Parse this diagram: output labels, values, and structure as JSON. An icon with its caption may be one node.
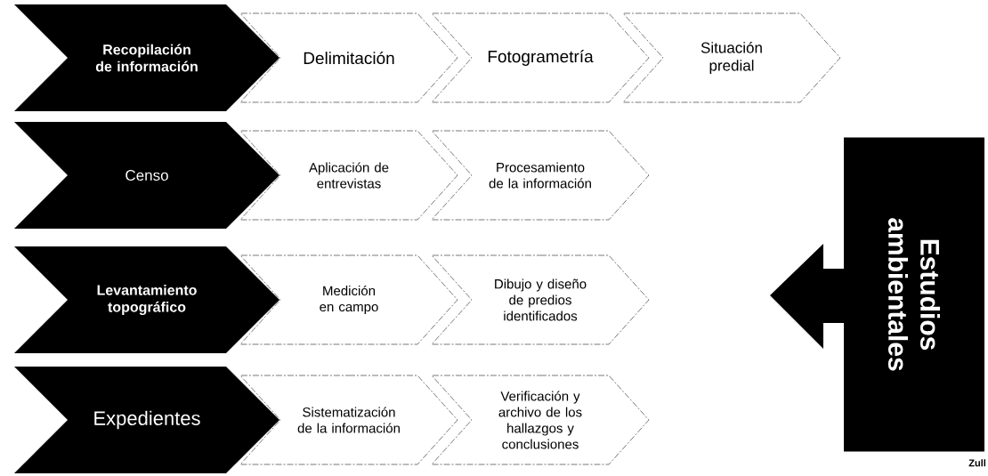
{
  "diagram": {
    "nodes": [
      {
        "text": [
          "Recopilación de información"
        ]
      },
      {
        "text": [
          "Delimitación"
        ]
      },
      {
        "text": [
          "Fotogrametría"
        ]
      },
      {
        "text": [
          "Situación predial"
        ]
      },
      {
        "text": [
          "Censo"
        ]
      },
      {
        "text": [
          "Aplicación de entrevistas"
        ]
      },
      {
        "text": [
          "Procesamiento de la información"
        ]
      },
      {
        "text": [
          "Levantamiento topográfico"
        ]
      },
      {
        "text": [
          "Medición en campo"
        ]
      },
      {
        "text": [
          "Dibujo y diseño de predios identificados"
        ]
      },
      {
        "text": [
          "Expedientes"
        ]
      },
      {
        "text": [
          "Sistematización de la información"
        ]
      },
      {
        "text": [
          "Verificación y archivo de los hallazgos y conclusiones"
        ]
      },
      {
        "text": [
          "Estudios ambientales"
        ]
      }
    ],
    "labels": [
      "Zull"
    ]
  }
}
